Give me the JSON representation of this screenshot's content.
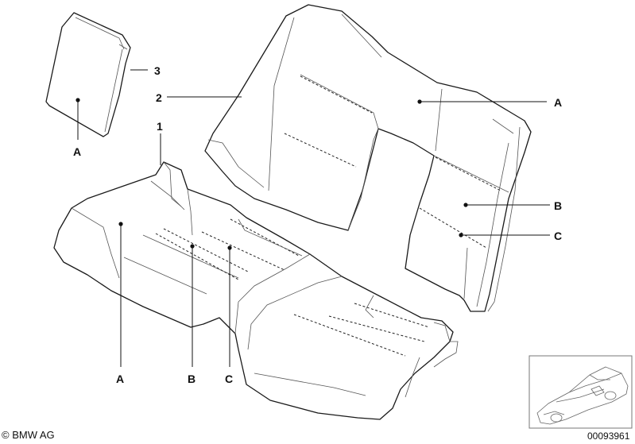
{
  "callouts": {
    "part_1": "1",
    "part_2": "2",
    "part_3": "3",
    "headrest_a": "A",
    "backrest_a": "A",
    "backrest_b": "B",
    "backrest_c": "C",
    "cushion_a": "A",
    "cushion_b": "B",
    "cushion_c": "C"
  },
  "footer": {
    "copyright": "© BMW AG",
    "diagram_id": "00093961"
  }
}
